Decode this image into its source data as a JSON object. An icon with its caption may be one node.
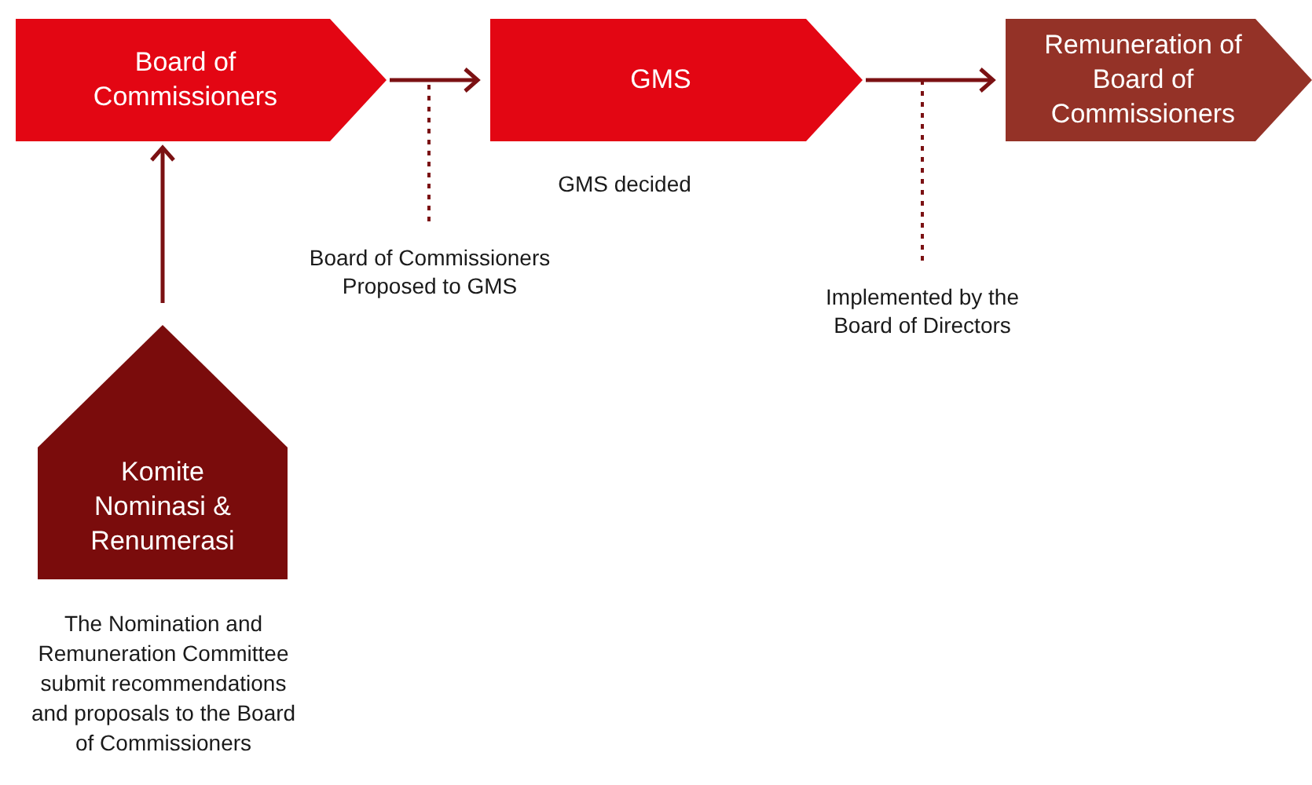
{
  "diagram": {
    "nodes": [
      {
        "text": [
          "Board of Commissioners"
        ]
      },
      {
        "text": [
          "GMS"
        ],
        "beside": [
          "GMS decided"
        ]
      },
      {
        "text": [
          "Remuneration of Board of Commissioners"
        ]
      },
      {
        "text": [
          "Komite Nominasi & Renumerasi"
        ],
        "beside": [
          "The Nomination and Remuneration Committee submit recommendations and proposals to the Board of Commissioners"
        ]
      },
      {
        "text": [
          "Board of Commissioners Proposed to GMS"
        ]
      },
      {
        "text": [
          "Implemented by the Board of Directors"
        ]
      }
    ],
    "edges": [
      {
        "from": 3,
        "to": 0,
        "arrow": "to"
      },
      {
        "from": 0,
        "to": 1,
        "arrow": "to"
      },
      {
        "from": 1,
        "to": 2,
        "arrow": "to"
      },
      {
        "from": 4,
        "to": null,
        "arrow": "none",
        "style": "dashed"
      },
      {
        "from": 5,
        "to": null,
        "arrow": "none",
        "style": "dashed"
      }
    ]
  }
}
